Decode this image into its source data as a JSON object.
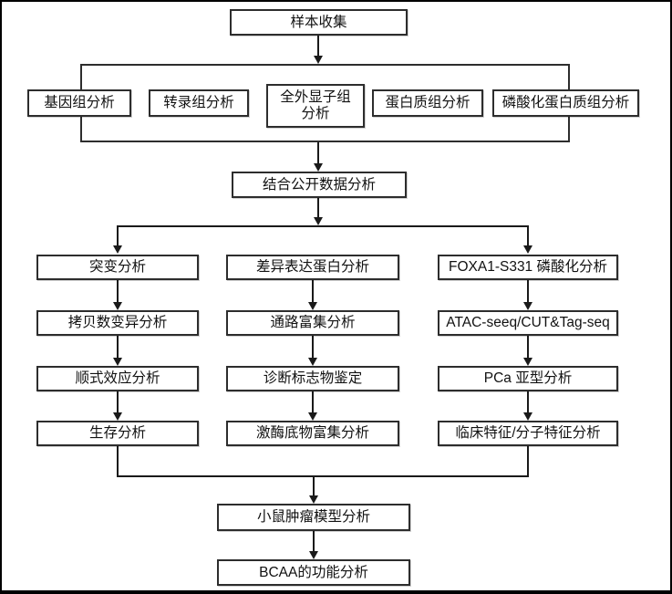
{
  "diagram": {
    "type": "flowchart",
    "language": "zh-CN",
    "direction": "top-down"
  },
  "nodes": {
    "sample_collection": {
      "label": "样本收集"
    },
    "omics_row": [
      {
        "label": "基因组分析"
      },
      {
        "label": "转录组分析"
      },
      {
        "label": "全外显子组\n分析"
      },
      {
        "label": "蛋白质组分析"
      },
      {
        "label": "磷酸化蛋白质组分析"
      }
    ],
    "public_data": {
      "label": "结合公开数据分析"
    },
    "columns": [
      {
        "items": [
          "突变分析",
          "拷贝数变异分析",
          "顺式效应分析",
          "生存分析"
        ]
      },
      {
        "items": [
          "差异表达蛋白分析",
          "通路富集分析",
          "诊断标志物鉴定",
          "激酶底物富集分析"
        ]
      },
      {
        "items": [
          "FOXA1-S331 磷酸化分析",
          "ATAC-seeq/CUT&Tag-seq",
          "PCa 亚型分析",
          "临床特征/分子特征分析"
        ]
      }
    ],
    "mouse_model": {
      "label": "小鼠肿瘤模型分析"
    },
    "bcaa": {
      "label": "BCAA的功能分析"
    }
  },
  "colors": {
    "background": "#ffffff",
    "frame_border": "#000000",
    "box_border": "#2d2d2d",
    "line": "#1a1a1a",
    "text": "#111111"
  }
}
